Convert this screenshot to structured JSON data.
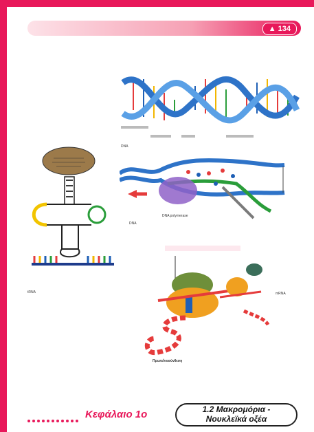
{
  "header": {
    "page_number": "▲ 134"
  },
  "figures": {
    "trna": {
      "label": "tRNA"
    },
    "dna_helix": {
      "label": "DNA"
    },
    "replication": {
      "label": "DNA",
      "enzyme_label": "DNA polymerase"
    },
    "translation": {
      "ribosome_label": "mRNA",
      "protein_label": "Πρωτεΐνοσύνθεση"
    }
  },
  "footer": {
    "chapter": "Κεφάλαιο 1ο",
    "section_line1": "1.2 Μακρομόρια -",
    "section_line2": "Νουκλεϊκά οξέα"
  },
  "colors": {
    "accent": "#e8185a"
  }
}
